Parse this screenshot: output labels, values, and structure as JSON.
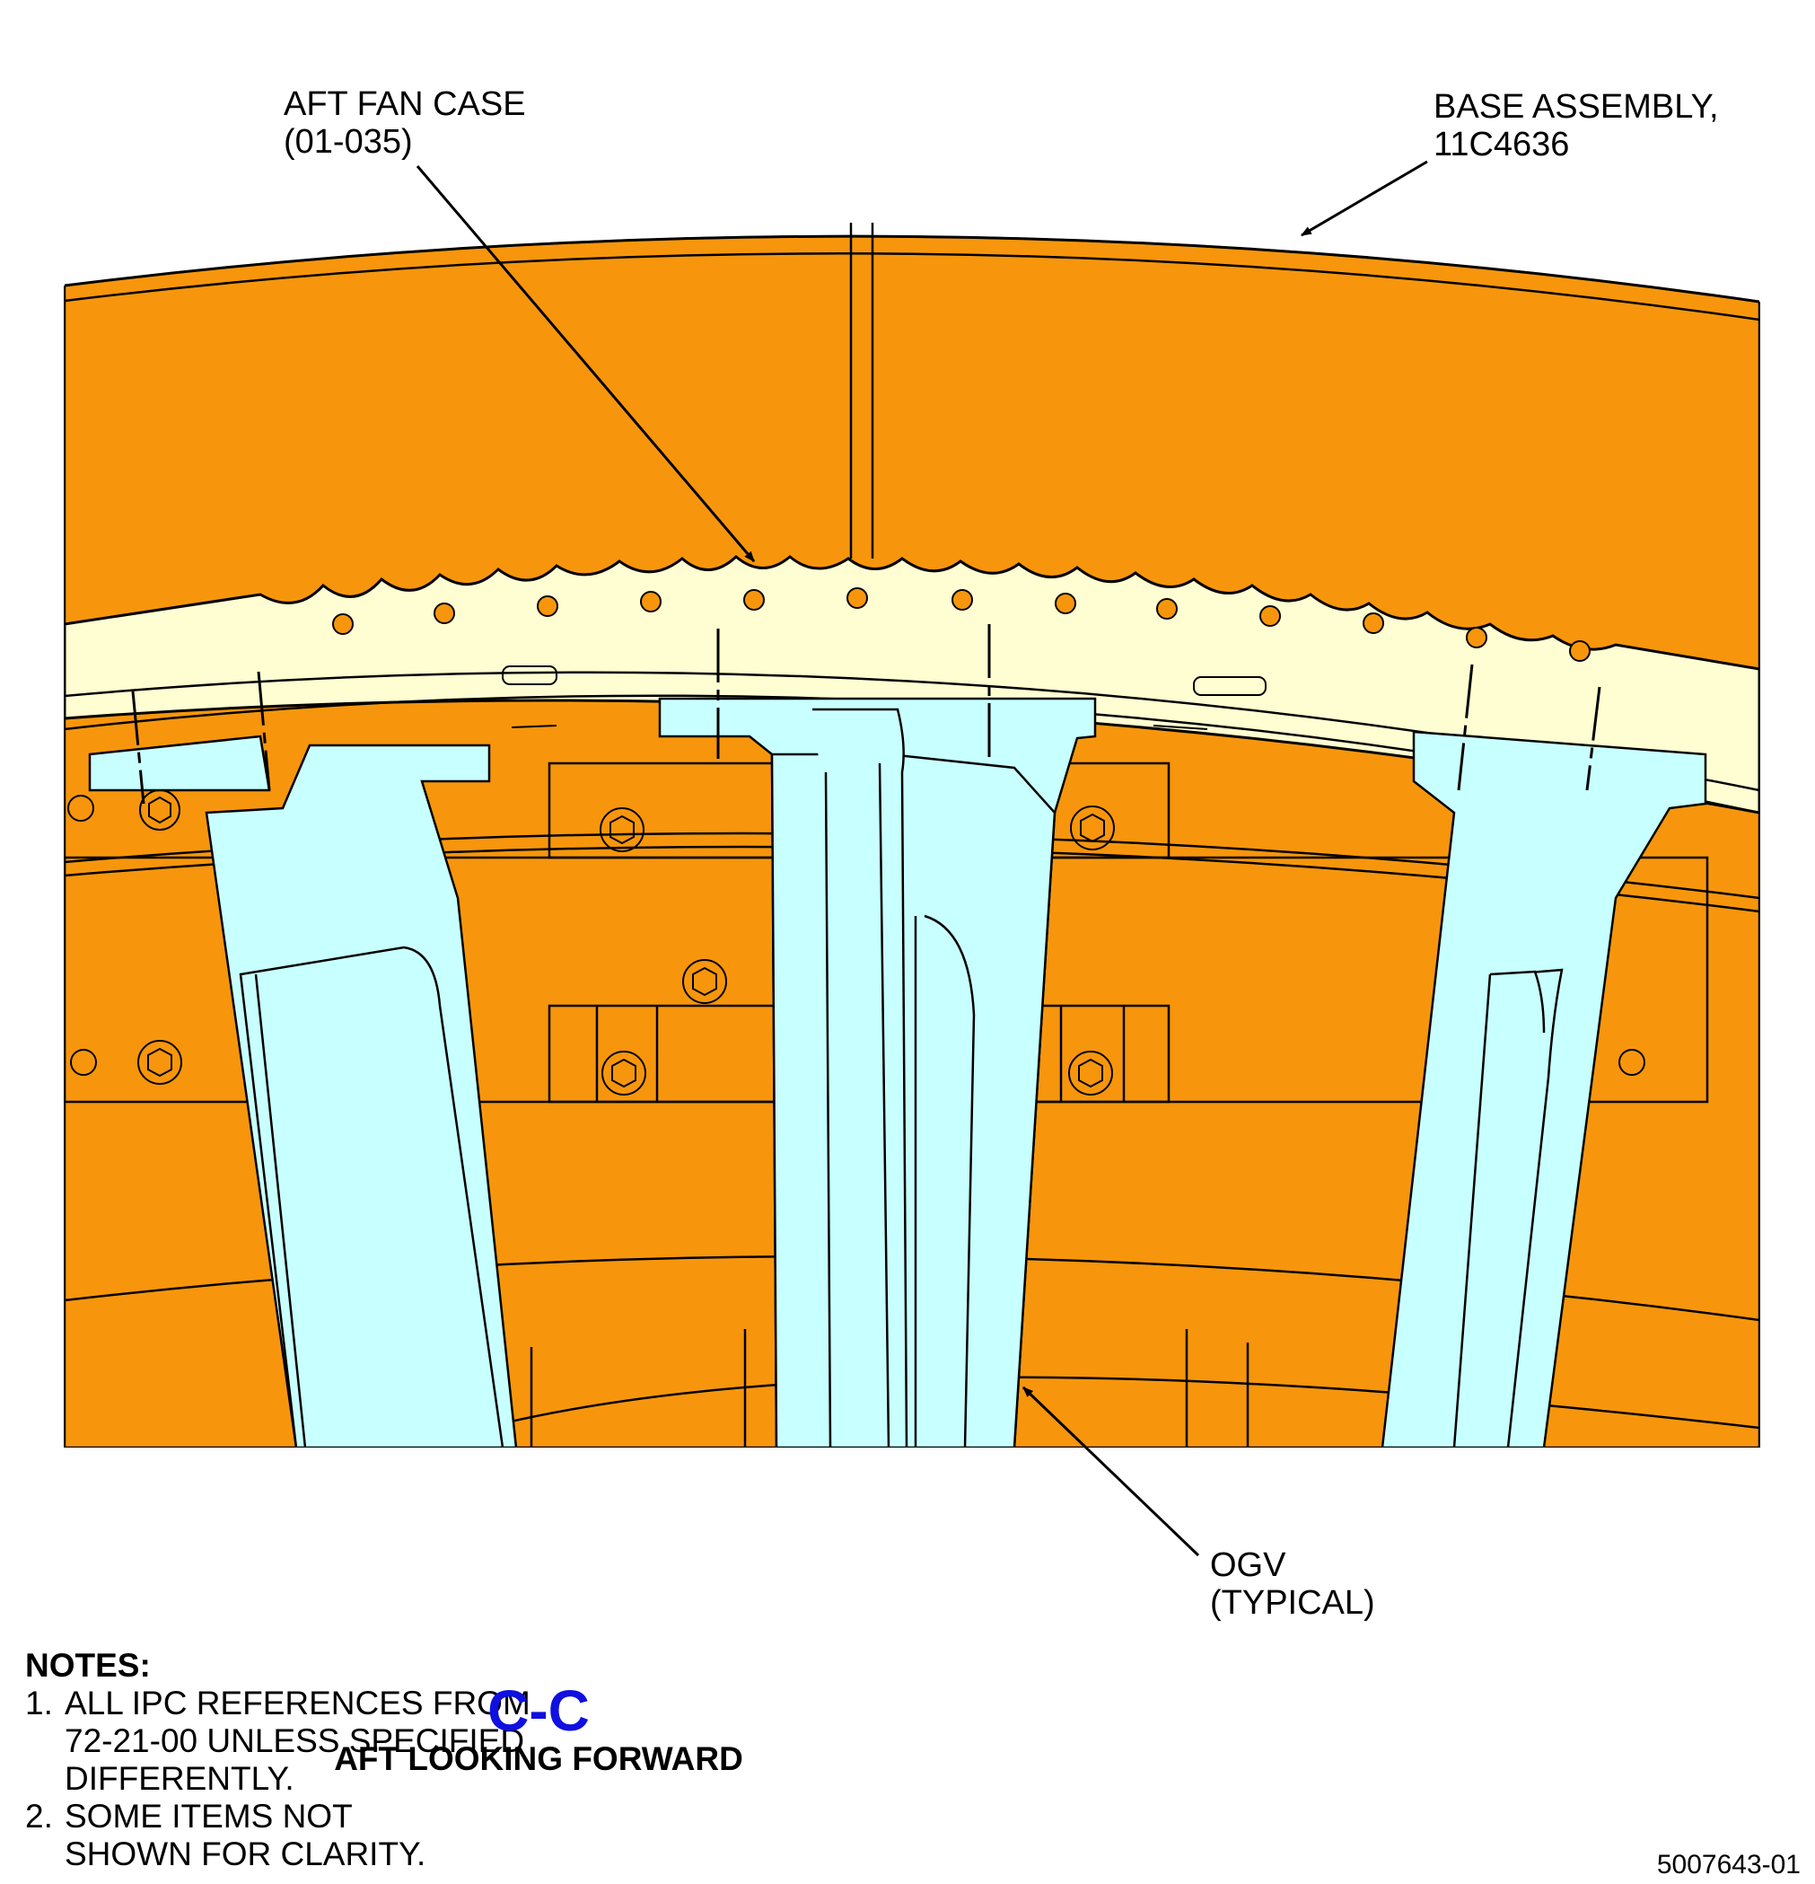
{
  "callouts": {
    "aft_fan_case": {
      "line1": "AFT FAN CASE",
      "line2": "(01-035)"
    },
    "base_assembly": {
      "line1": "BASE ASSEMBLY,",
      "line2": "11C4636"
    },
    "ogv": {
      "line1": "OGV",
      "line2": "(TYPICAL)"
    }
  },
  "notes": {
    "title": "NOTES:",
    "items": [
      {
        "num": "1.",
        "text": "ALL IPC REFERENCES FROM\n72-21-00 UNLESS SPECIFIED\nDIFFERENTLY."
      },
      {
        "num": "2.",
        "text": "SOME ITEMS NOT\nSHOWN FOR CLARITY."
      }
    ]
  },
  "view": {
    "label": "C-C",
    "subtitle": "AFT LOOKING FORWARD"
  },
  "figure_number": "5007643-01",
  "colors": {
    "case_orange": "#F7960C",
    "flange_cream": "#FFFDD2",
    "vane_cyan": "#C8FFFF",
    "label_blue": "#1010E0"
  }
}
